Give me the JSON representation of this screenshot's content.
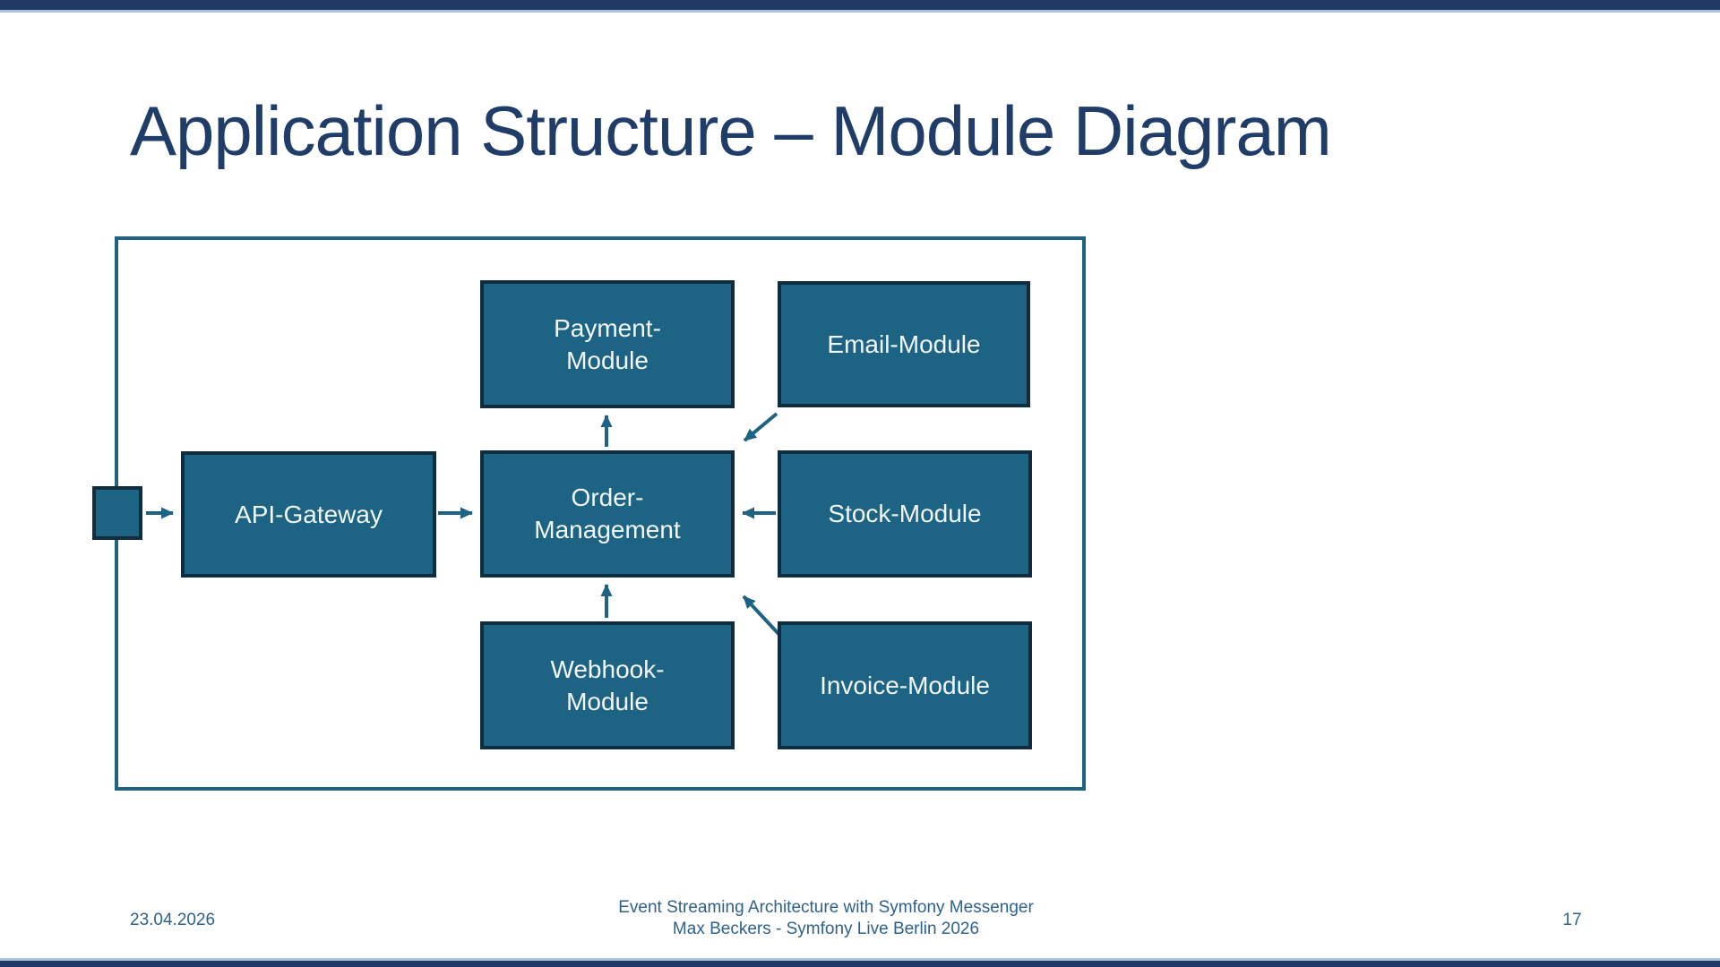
{
  "theme": {
    "colors": {
      "bar": "#1F3A64",
      "bar-underline": "#A8C4DE",
      "title": "#1F3D68",
      "box-fill": "#1C6384",
      "box-border": "#0F2D3F",
      "outline": "#1E6284",
      "footer-text": "#2E618F",
      "node-text": "#F2F7F9"
    }
  },
  "slide": {
    "title": "Application Structure – Module Diagram",
    "footer": {
      "date": "23.04.2026",
      "center_line1": "Event Streaming Architecture with Symfony Messenger",
      "center_line2": "Max Beckers - Symfony Live Berlin 2026",
      "page_number": "17"
    }
  },
  "diagram": {
    "nodes": [
      {
        "id": "payment-module",
        "label": "Payment-\nModule"
      },
      {
        "id": "email-module",
        "label": "Email-Module"
      },
      {
        "id": "api-gateway",
        "label": "API-Gateway"
      },
      {
        "id": "order-management",
        "label": "Order-\nManagement"
      },
      {
        "id": "stock-module",
        "label": "Stock-Module"
      },
      {
        "id": "webhook-module",
        "label": "Webhook-\nModule"
      },
      {
        "id": "invoice-module",
        "label": "Invoice-Module"
      }
    ],
    "edges": [
      {
        "from": "entry-point",
        "to": "api-gateway"
      },
      {
        "from": "api-gateway",
        "to": "order-management"
      },
      {
        "from": "order-management",
        "to": "payment-module"
      },
      {
        "from": "email-module",
        "to": "order-management"
      },
      {
        "from": "stock-module",
        "to": "order-management"
      },
      {
        "from": "invoice-module",
        "to": "order-management"
      },
      {
        "from": "webhook-module",
        "to": "order-management"
      }
    ]
  }
}
